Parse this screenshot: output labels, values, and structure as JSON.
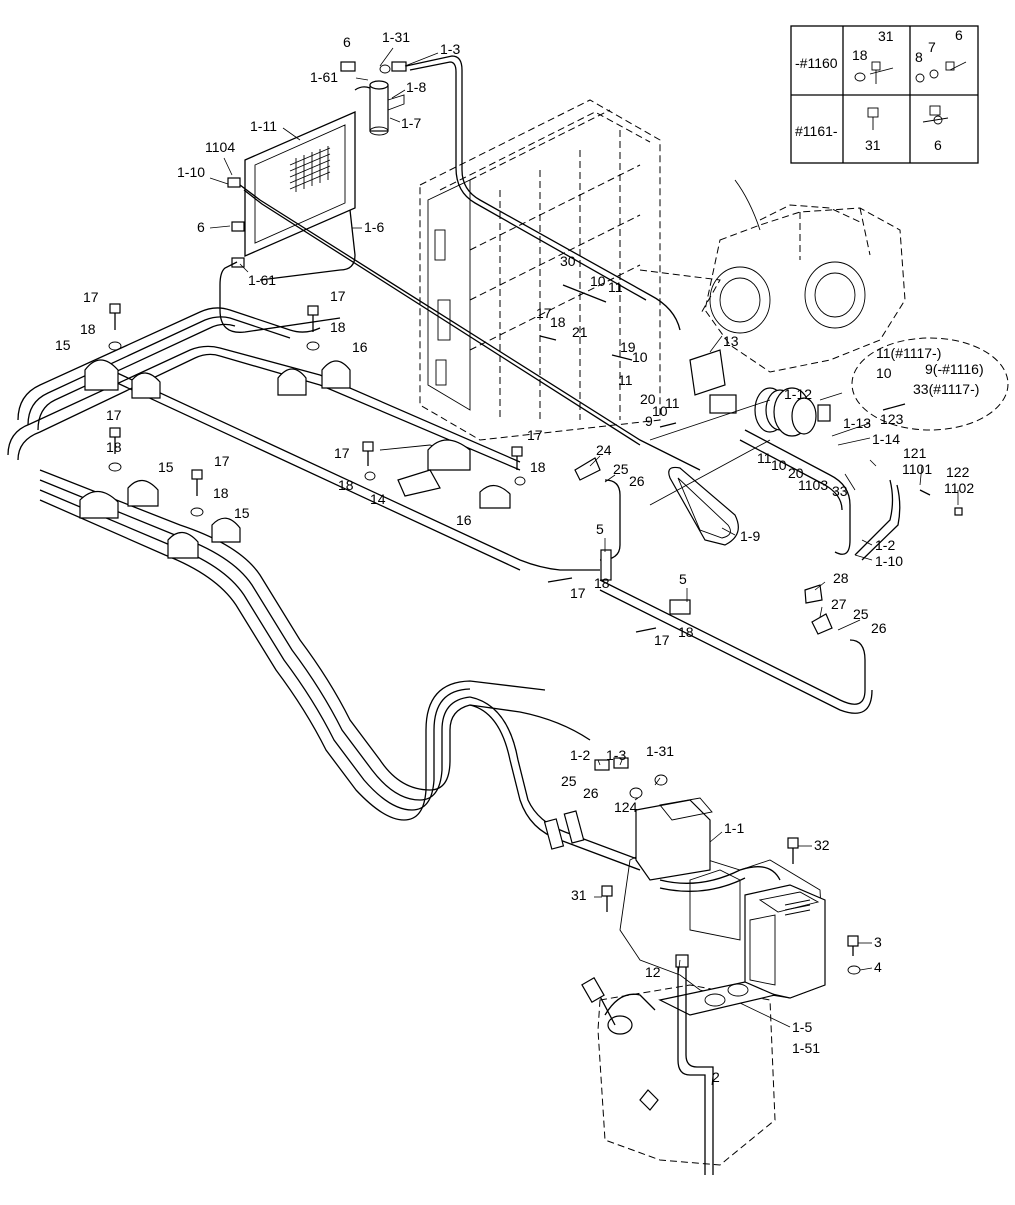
{
  "inset_table": {
    "rows": [
      {
        "serial": "-#1160",
        "parts_a": [
          "18",
          "31"
        ],
        "parts_b": [
          "8",
          "7",
          "6"
        ]
      },
      {
        "serial": "#1161-",
        "parts_a": [
          "31"
        ],
        "parts_b": [
          "6"
        ]
      }
    ]
  },
  "callouts": [
    "6",
    "1-31",
    "1-3",
    "1-61",
    "1-8",
    "1-7",
    "1-11",
    "1104",
    "1-10",
    "6",
    "1-6",
    "1-61",
    "17",
    "17",
    "18",
    "18",
    "15",
    "16",
    "30",
    "10",
    "11",
    "17",
    "18",
    "21",
    "13",
    "19",
    "10",
    "11",
    "20",
    "1-12",
    "9",
    "10",
    "11",
    "1-13",
    "1-14",
    "123",
    "11",
    "10",
    "20",
    "1103",
    "121",
    "1101",
    "122",
    "1102",
    "33",
    "1-2",
    "1-10",
    "17",
    "18",
    "17",
    "18",
    "17",
    "18",
    "14",
    "24",
    "25",
    "26",
    "17",
    "18",
    "15",
    "15",
    "16",
    "1-9",
    "5",
    "18",
    "17",
    "5",
    "18",
    "17",
    "28",
    "27",
    "25",
    "26",
    "1-2",
    "1-3",
    "1-31",
    "124",
    "25",
    "26",
    "1-1",
    "32",
    "31",
    "3",
    "4",
    "12",
    "1-5",
    "1-51",
    "2"
  ],
  "serial_notes": [
    "11(#1117-)",
    "10",
    "9(-#1116)",
    "33(#1117-)"
  ]
}
